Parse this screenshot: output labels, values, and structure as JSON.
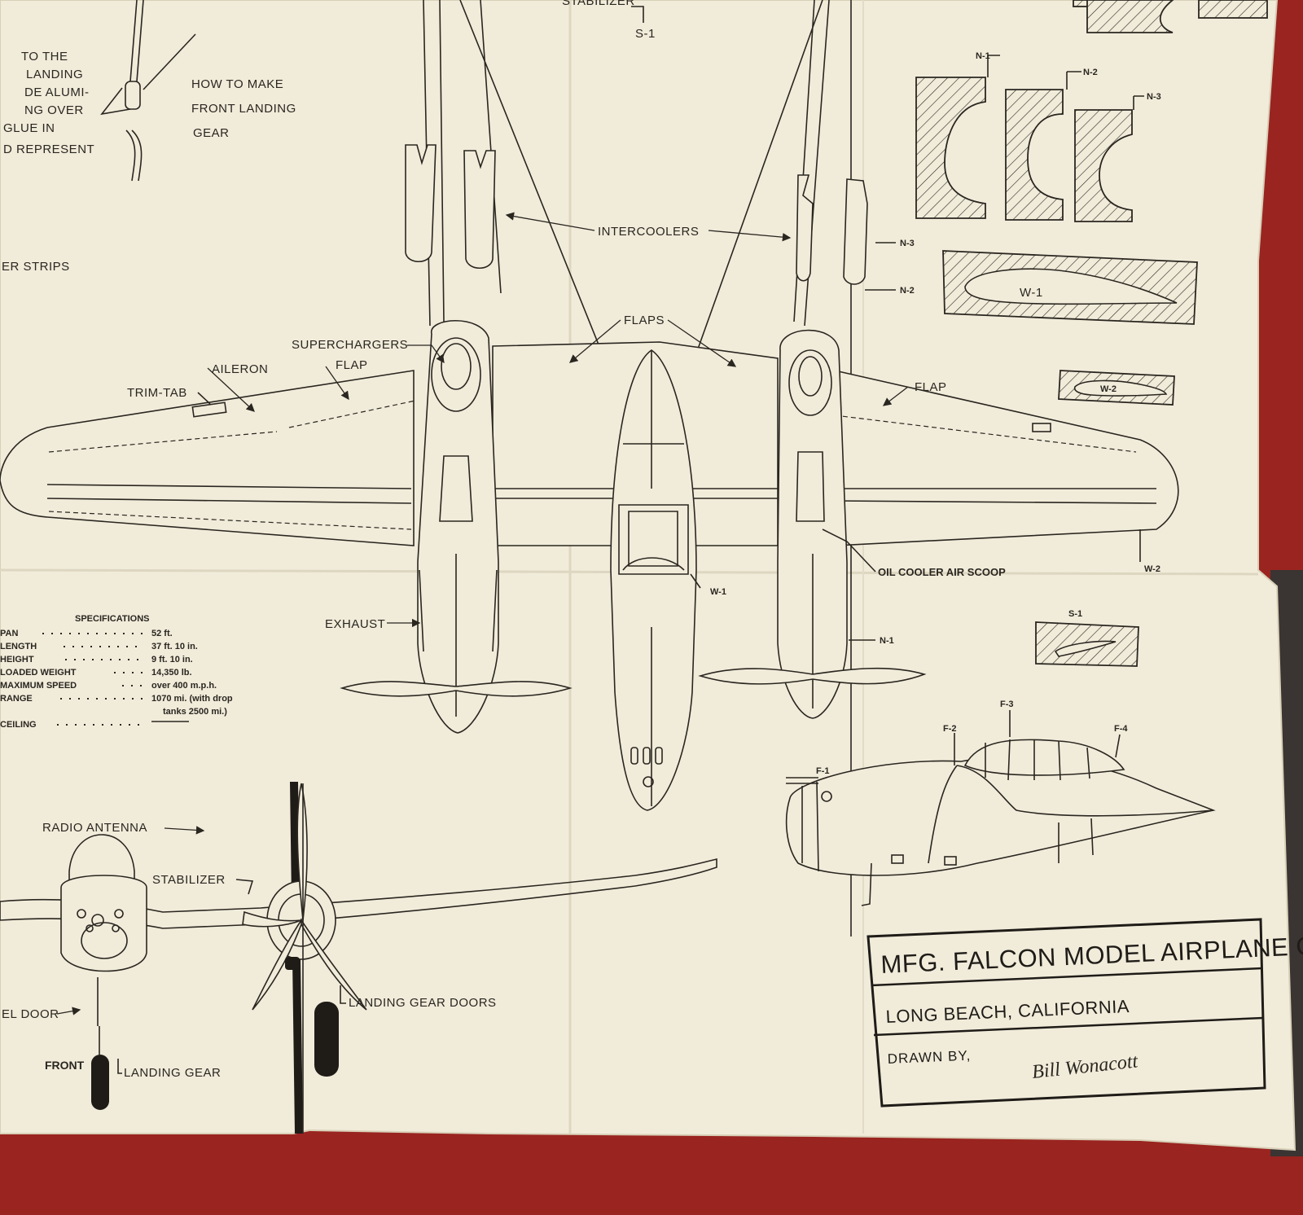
{
  "title_block": {
    "manufacturer": "MFG. FALCON MODEL AIRPLANE CO",
    "location": "LONG BEACH, CALIFORNIA",
    "drawn_by_label": "DRAWN BY,",
    "signature": "Bill Wonacott"
  },
  "instructions": {
    "left_fragment": [
      "TO THE",
      "LANDING",
      "DE ALUMI-",
      "NG OVER",
      "GLUE IN",
      "D REPRESENT"
    ],
    "front_gear_howto": [
      "HOW  TO MAKE",
      "FRONT  LANDING",
      "GEAR"
    ],
    "strips_fragment": "ER STRIPS"
  },
  "labels": {
    "stabilizer_top": "STABILIZER",
    "s1_top": "S-1",
    "intercoolers": "INTERCOOLERS",
    "flaps": "FLAPS",
    "superchargers": "SUPERCHARGERS",
    "aileron": "AILERON",
    "flap_left": "FLAP",
    "flap_right": "FLAP",
    "trim_tab": "TRIM-TAB",
    "exhaust": "EXHAUST",
    "oil_cooler": "OIL  COOLER  AIR  SCOOP",
    "w1_callout": "W-1",
    "w2_callout": "W-2",
    "n1_callout": "N-1",
    "n2_callout": "N-2",
    "n3_callout": "N-3",
    "radio_antenna": "RADIO  ANTENNA",
    "stabilizer_front": "STABILIZER",
    "landing_gear_doors": "LANDING  GEAR  DOORS",
    "front": "FRONT",
    "landing_gear": "LANDING  GEAR",
    "el_door": "EL  DOOR"
  },
  "templates": {
    "n1": "N-1",
    "n2": "N-2",
    "n3": "N-3",
    "w1": "W-1",
    "w2": "W-2",
    "s1": "S-1",
    "f1": "F-1",
    "f2": "F-2",
    "f3": "F-3",
    "f4": "F-4"
  },
  "specifications": {
    "heading": "SPECIFICATIONS",
    "rows": [
      {
        "name": "PAN",
        "value": "52 ft."
      },
      {
        "name": "LENGTH",
        "value": "37 ft. 10 in."
      },
      {
        "name": "HEIGHT",
        "value": "9 ft. 10 in."
      },
      {
        "name": "LOADED WEIGHT",
        "value": "14,350 lb."
      },
      {
        "name": "MAXIMUM SPEED",
        "value": "over 400 m.p.h."
      },
      {
        "name": "RANGE",
        "value": "1070 mi. (with drop"
      },
      {
        "name": "",
        "value": "tanks 2500 mi.)"
      },
      {
        "name": "CEILING",
        "value": ""
      }
    ]
  },
  "colors": {
    "paper": "#f1ecda",
    "ink": "#2a2620",
    "carpet": "#9a2420"
  }
}
